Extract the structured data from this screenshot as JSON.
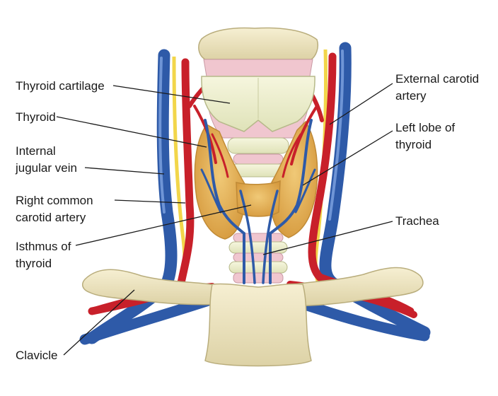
{
  "labels": {
    "thyroid_cartilage": "Thyroid cartilage",
    "thyroid": "Thyroid",
    "internal_jugular_1": "Internal",
    "internal_jugular_2": "jugular vein",
    "right_common_1": "Right common",
    "right_common_2": "carotid artery",
    "isthmus_1": "Isthmus of",
    "isthmus_2": "thyroid",
    "clavicle": "Clavicle",
    "external_carotid_1": "External carotid",
    "external_carotid_2": "artery",
    "left_lobe_1": "Left lobe of",
    "left_lobe_2": "thyroid",
    "trachea": "Trachea"
  },
  "colors": {
    "artery": "#c8202a",
    "vein": "#2e5aa8",
    "nerve": "#f2d64a",
    "bone": "#ece3bd",
    "cartilage_pink": "#f0c6cf",
    "cartilage_cream": "#eef0cf",
    "thyroid_gland": "#e2b45a"
  }
}
